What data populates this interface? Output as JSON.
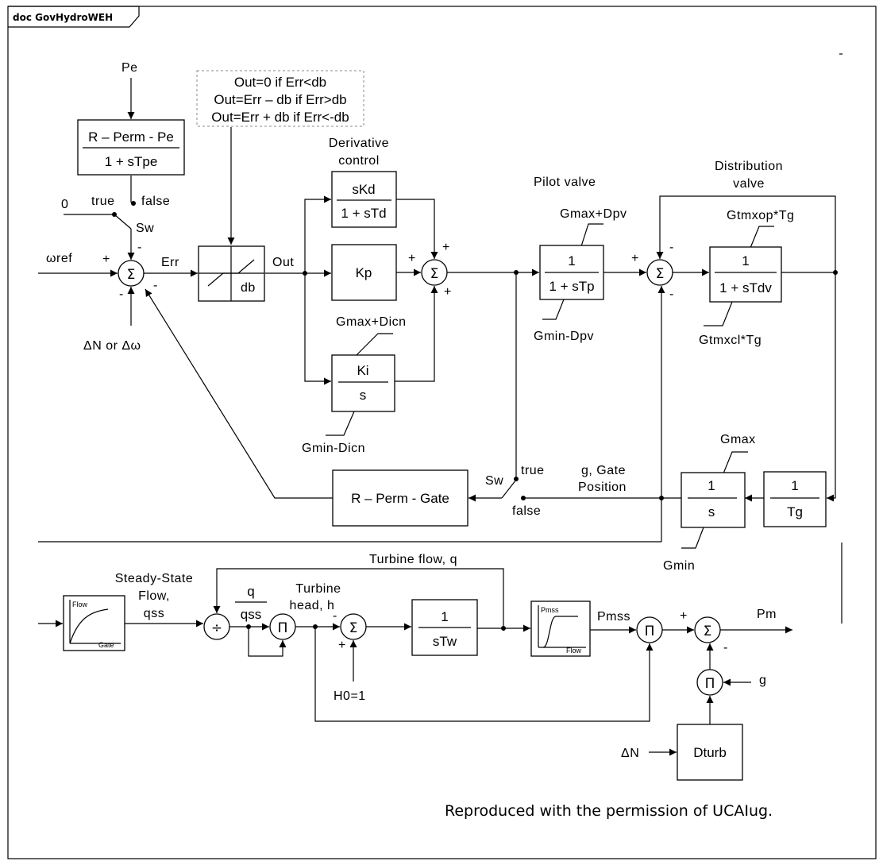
{
  "frame": {
    "title": "doc GovHydroWEH"
  },
  "inputs": {
    "pe": "Pe",
    "zero": "0",
    "wref": "ωref",
    "dn_or_dw": "ΔN or Δω",
    "h0": "H0=1",
    "dn": "ΔN",
    "g": "g"
  },
  "switches": {
    "sw1": {
      "label": "Sw",
      "true": "true",
      "false": "false"
    },
    "sw2": {
      "label": "Sw",
      "true": "true",
      "false": "false"
    }
  },
  "signals": {
    "err": "Err",
    "out": "Out",
    "gate_position_1": "g, Gate",
    "gate_position_2": "Position",
    "turbine_flow": "Turbine flow, q",
    "steady_state_1": "Steady-State",
    "steady_state_2": "Flow,",
    "steady_state_3": "qss",
    "turbine_head_1": "Turbine",
    "turbine_head_2": "head, h",
    "pmss": "Pmss",
    "pm": "Pm"
  },
  "blocks": {
    "r_perm_pe": {
      "num": "R – Perm - Pe",
      "den": "1 + sTpe"
    },
    "deadband": {
      "label": "db"
    },
    "deadband_note": [
      "Out=0 if Err<db",
      "Out=Err – db if Err>db",
      "Out=Err + db if Err<-db"
    ],
    "derivative": {
      "title_1": "Derivative",
      "title_2": "control",
      "num": "sKd",
      "den": "1 + sTd"
    },
    "kp": {
      "label": "Kp"
    },
    "ki": {
      "num": "Ki",
      "den": "s",
      "max": "Gmax+Dicn",
      "min": "Gmin-Dicn"
    },
    "pilot_valve": {
      "title": "Pilot valve",
      "num": "1",
      "den": "1 + sTp",
      "max": "Gmax+Dpv",
      "min": "Gmin-Dpv"
    },
    "distribution_valve": {
      "title_1": "Distribution",
      "title_2": "valve",
      "num": "1",
      "den": "1 + sTdv",
      "max": "Gtmxop*Tg",
      "min": "Gtmxcl*Tg"
    },
    "integrator": {
      "num": "1",
      "den": "s",
      "max": "Gmax",
      "min": "Gmin"
    },
    "one_over_tg": {
      "num": "1",
      "den": "Tg"
    },
    "r_perm_gate": {
      "label": "R – Perm - Gate"
    },
    "flow_gate_curve": {
      "y_axis": "Flow",
      "x_axis": "Gate"
    },
    "q_over_qss": {
      "num": "q",
      "den": "qss"
    },
    "one_over_stw": {
      "num": "1",
      "den": "sTw"
    },
    "pmss_flow_curve": {
      "y_axis": "Pmss",
      "x_axis": "Flow"
    },
    "dturb": {
      "label": "Dturb"
    }
  },
  "operators": {
    "sum": "Σ",
    "product": "Π",
    "divide": "÷",
    "plus": "+",
    "minus": "-"
  },
  "footer": {
    "credit": "Reproduced with the permission of UCAIug."
  }
}
